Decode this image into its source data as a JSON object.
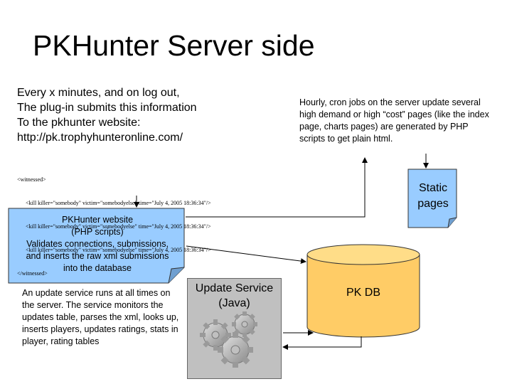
{
  "title": "PKHunter Server side",
  "intro_lines": [
    "Every x minutes, and on log out,",
    "The plug-in submits this information",
    "To the pkhunter website:",
    "http://pk.trophyhunteronline.com/"
  ],
  "cron_note": "Hourly, cron jobs on the server update several high demand or high “cost” pages (like the index page, charts pages) are generated by PHP scripts to get plain html.",
  "xml_sample": [
    "<witnessed>",
    "      <kill killer=\"somebody\" victim=\"somebodyelse\" time=\"July 4, 2005 18:36:34\"/>",
    "      <kill killer=\"somebody\" victim=\"somebodyelse\" time=\"July 4, 2005 18:36:34\"/>",
    "      <kill killer=\"somebody\" victim=\"somebodyelse\" time=\"July 4, 2005 18:36:34\"/>",
    "</witnessed>"
  ],
  "website_box": {
    "lines": [
      "PKHunter website",
      "(PHP scripts)",
      "Validates connections, submissions,",
      "and inserts the raw xml submissions",
      "into the database"
    ],
    "fill": "#99ccff"
  },
  "static_pages": {
    "lines": [
      "Static",
      "pages"
    ],
    "fill": "#99ccff"
  },
  "update_service": {
    "lines": [
      "Update Service",
      "(Java)"
    ],
    "icon": "gears-icon",
    "fill": "#c0c0c0"
  },
  "database": {
    "label": "PK DB",
    "fill": "#ffcc66"
  },
  "service_description": "An update service runs at all times on the server.  The service monitors the updates table, parses the xml, looks up, inserts players, updates ratings, stats in player, rating tables"
}
